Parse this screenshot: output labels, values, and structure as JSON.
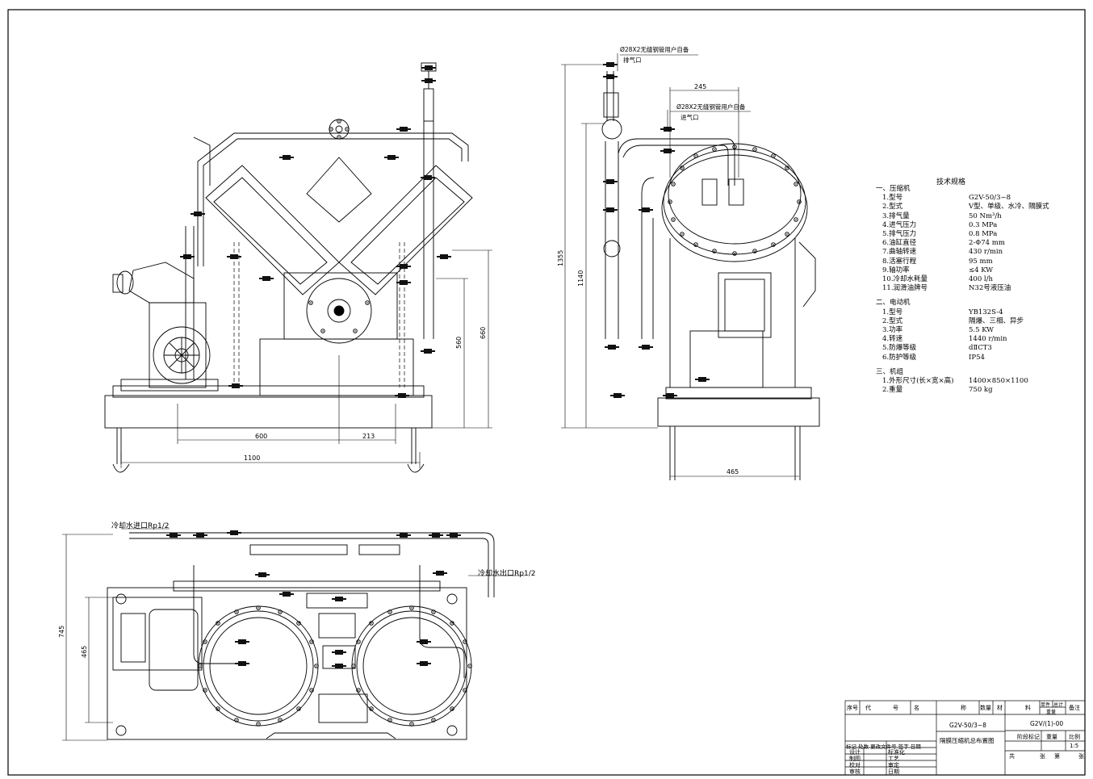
{
  "views": {
    "front": {
      "dims": {
        "d600": "600",
        "d213": "213",
        "d1100": "1100",
        "d560": "560",
        "d660": "660"
      }
    },
    "side": {
      "note_outlet_pipe": "Ø28X2无缝钢管用户自备",
      "note_outlet": "排气口",
      "note_inlet_pipe": "Ø28X2无缝钢管用户自备",
      "note_inlet": "进气口",
      "dims": {
        "d245": "245",
        "d1355": "1355",
        "d1140": "1140",
        "d465": "465"
      }
    },
    "top": {
      "note_water_in": "冷却水进口Rp1/2",
      "note_water_out": "冷却水出口Rp1/2",
      "dims": {
        "d745": "745",
        "d465": "465"
      }
    }
  },
  "spec": {
    "title": "技术规格",
    "sections": [
      {
        "heading": "一、压缩机",
        "rows": [
          {
            "k": "1.型号",
            "v": "G2V-50/3~8"
          },
          {
            "k": "2.型式",
            "v": "V型、单级、水冷、隔膜式"
          },
          {
            "k": "3.排气量",
            "v": "50 Nm³/h"
          },
          {
            "k": "4.进气压力",
            "v": "0.3 MPa"
          },
          {
            "k": "5.排气压力",
            "v": "0.8 MPa"
          },
          {
            "k": "6.油缸直径",
            "v": "2-Φ74 mm"
          },
          {
            "k": "7.曲轴转速",
            "v": "430 r/min"
          },
          {
            "k": "8.活塞行程",
            "v": "95 mm"
          },
          {
            "k": "9.轴功率",
            "v": "≤4 KW"
          },
          {
            "k": "10.冷却水耗量",
            "v": "400 l/h"
          },
          {
            "k": "11.润滑油牌号",
            "v": "N32号液压油"
          }
        ]
      },
      {
        "heading": "二、电动机",
        "rows": [
          {
            "k": "1.型号",
            "v": "YB132S-4"
          },
          {
            "k": "2.型式",
            "v": "隔爆、三相、异步"
          },
          {
            "k": "3.功率",
            "v": "5.5 KW"
          },
          {
            "k": "4.转速",
            "v": "1440 r/min"
          },
          {
            "k": "5.防爆等级",
            "v": "dⅡCT3"
          },
          {
            "k": "6.防护等级",
            "v": "IP54"
          }
        ]
      },
      {
        "heading": "三、机组",
        "rows": [
          {
            "k": "1.外形尺寸(长×宽×高)",
            "v": "1400×850×1100"
          },
          {
            "k": "2.重量",
            "v": "750 kg"
          }
        ]
      }
    ]
  },
  "titleblock": {
    "hdr_seq": "序号",
    "hdr_code": "代",
    "hdr_code2": "号",
    "hdr_name": "名",
    "hdr_name2": "称",
    "hdr_qty": "数量",
    "hdr_mat": "材",
    "hdr_mat2": "料",
    "hdr_unit_w": "单件",
    "hdr_total_w": "总计",
    "hdr_weight": "重量",
    "hdr_remark": "备注",
    "model": "G2V-50/3~8",
    "drawing_no": "G2V/(1)-00",
    "drawing_name": "隔膜压缩机总布置图",
    "rev_row": "标记 处数 更改文件号 签字 日期",
    "stage_mark": "阶段标记",
    "weight": "重量",
    "scale": "比例",
    "scale_val": "1:5",
    "sheet_total": "共",
    "sheet_unit": "张",
    "sheet_no": "第",
    "sheet_unit2": "张",
    "sign": [
      "设计",
      "制图",
      "校对",
      "审核"
    ],
    "sign2": [
      "标准化",
      "工艺",
      "审定",
      "日期"
    ]
  }
}
